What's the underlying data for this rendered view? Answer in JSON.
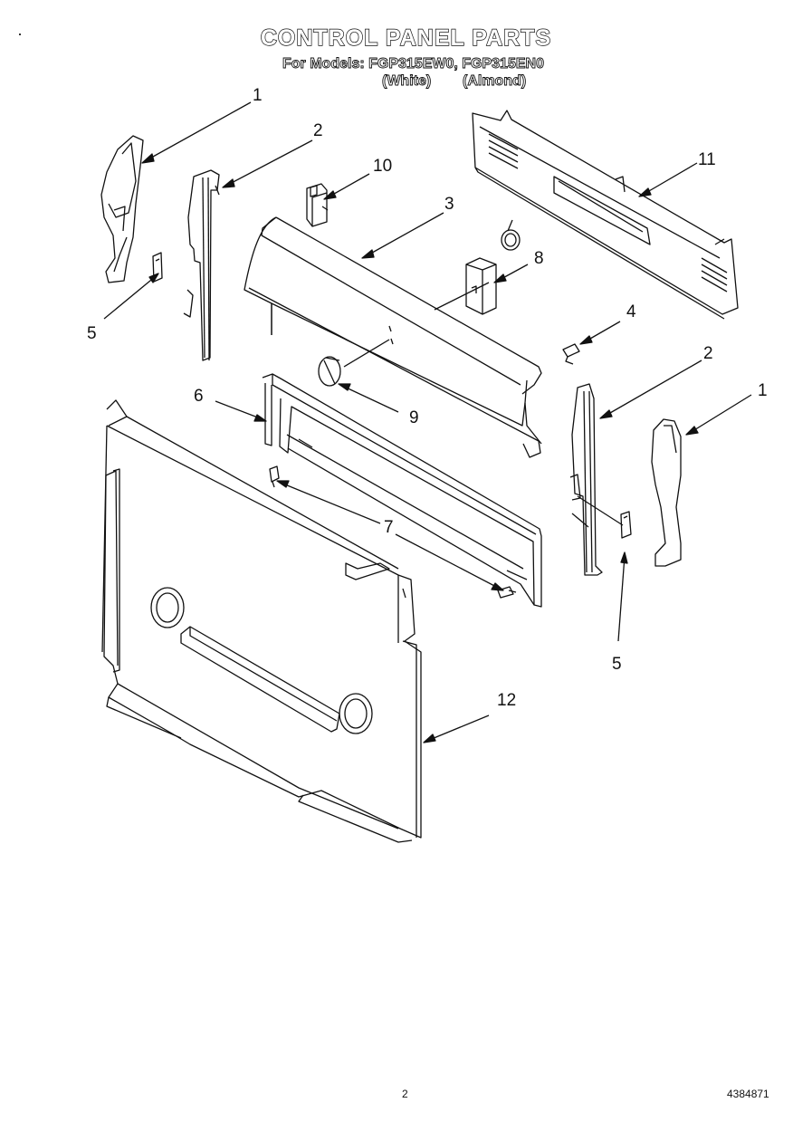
{
  "header": {
    "title": "CONTROL PANEL PARTS",
    "models_line": "For Models: FGP315EW0, FGP315EN0",
    "color_white": "(White)",
    "color_almond": "(Almond)"
  },
  "callouts": [
    {
      "id": "c1a",
      "label": "1"
    },
    {
      "id": "c2a",
      "label": "2"
    },
    {
      "id": "c10",
      "label": "10"
    },
    {
      "id": "c3",
      "label": "3"
    },
    {
      "id": "c11",
      "label": "11"
    },
    {
      "id": "c8",
      "label": "8"
    },
    {
      "id": "c5a",
      "label": "5"
    },
    {
      "id": "c4",
      "label": "4"
    },
    {
      "id": "c2b",
      "label": "2"
    },
    {
      "id": "c1b",
      "label": "1"
    },
    {
      "id": "c6",
      "label": "6"
    },
    {
      "id": "c9",
      "label": "9"
    },
    {
      "id": "c7",
      "label": "7"
    },
    {
      "id": "c5b",
      "label": "5"
    },
    {
      "id": "c12",
      "label": "12"
    }
  ],
  "footer": {
    "page_number": "2",
    "doc_number": "4384871"
  }
}
